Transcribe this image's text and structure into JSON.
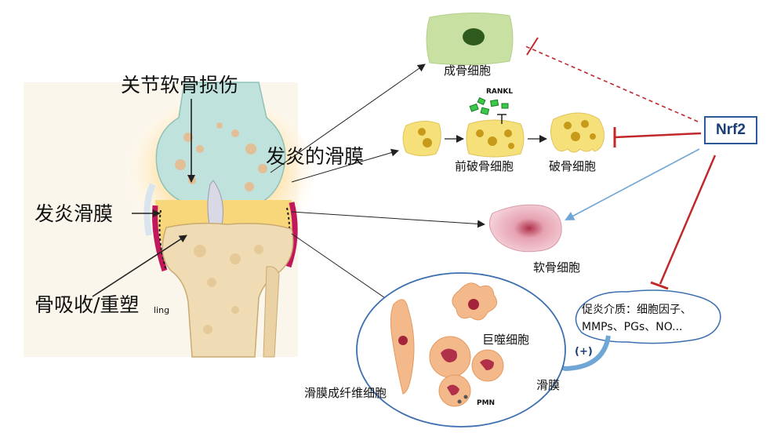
{
  "labels": {
    "cartilage_damage": "关节软骨损伤",
    "inflamed_synovium": "发炎滑膜",
    "inflamed_synovium_pointer": "发炎的滑膜",
    "bone_resorption": "骨吸收/重塑",
    "bone_resorption_overlap": "ling",
    "osteoblast": "成骨细胞",
    "pre_osteoclast": "前破骨细胞",
    "osteoclast": "破骨细胞",
    "rankl": "RANKL",
    "chondrocyte": "软骨细胞",
    "macrophage": "巨噬细胞",
    "fibroblast": "滑膜成纤维细胞",
    "pmn": "PMN",
    "synovium": "滑膜",
    "nrf2": "Nrf2",
    "mediators": "促炎介质：细胞因子、MMPs、PGs、NO...",
    "plus": "(+)"
  },
  "colors": {
    "inhibit_red": "#c0282c",
    "activate_blue": "#6fa6d6",
    "nrf2_border": "#2e5a9a",
    "osteoblast_fill": "#c8e0a2",
    "osteoclast_fill": "#f6e07a",
    "chondrocyte_fill": "#f2c6cf",
    "synovial_cell_fill": "#f4b98a",
    "ellipse_border": "#3c6fb0"
  }
}
